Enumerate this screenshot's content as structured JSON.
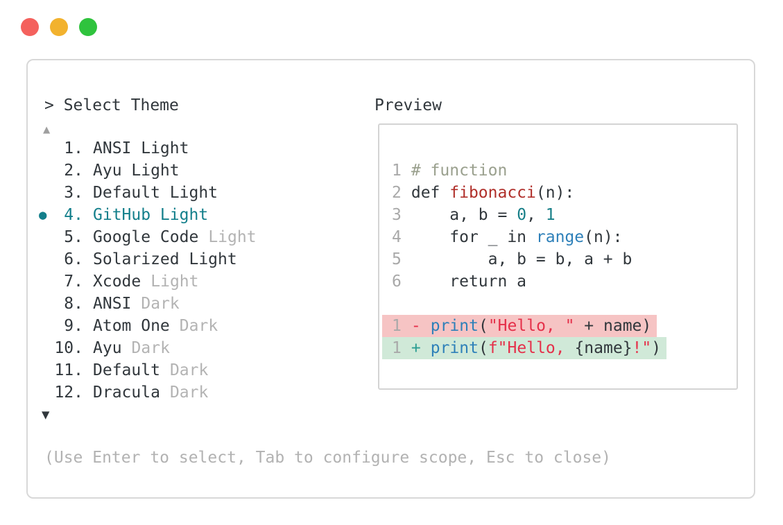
{
  "window": {
    "traffic_lights": {
      "close_color": "#f4615d",
      "minimize_color": "#f2b22e",
      "zoom_color": "#2fc33d"
    }
  },
  "picker": {
    "prompt": "> Select Theme",
    "scroll_up_icon": "▲",
    "scroll_down_icon": "▼",
    "selected_indicator": "●",
    "accent_color": "#137f8b",
    "muted_color": "#b3b3b3",
    "items": [
      {
        "number": "1.",
        "name": "ANSI Light",
        "suffix": "",
        "selected": false
      },
      {
        "number": "2.",
        "name": "Ayu Light",
        "suffix": "",
        "selected": false
      },
      {
        "number": "3.",
        "name": "Default Light",
        "suffix": "",
        "selected": false
      },
      {
        "number": "4.",
        "name": "GitHub Light",
        "suffix": "",
        "selected": true
      },
      {
        "number": "5.",
        "name": "Google Code",
        "suffix": "Light",
        "selected": false
      },
      {
        "number": "6.",
        "name": "Solarized Light",
        "suffix": "",
        "selected": false
      },
      {
        "number": "7.",
        "name": "Xcode",
        "suffix": "Light",
        "selected": false
      },
      {
        "number": "8.",
        "name": "ANSI",
        "suffix": "Dark",
        "selected": false
      },
      {
        "number": "9.",
        "name": "Atom One",
        "suffix": "Dark",
        "selected": false
      },
      {
        "number": "10.",
        "name": "Ayu",
        "suffix": "Dark",
        "selected": false
      },
      {
        "number": "11.",
        "name": "Default",
        "suffix": "Dark",
        "selected": false
      },
      {
        "number": "12.",
        "name": "Dracula",
        "suffix": "Dark",
        "selected": false
      }
    ],
    "hint": "(Use Enter to select, Tab to configure scope, Esc to close)"
  },
  "preview": {
    "title": "Preview",
    "syntax_colors": {
      "comment": "#9aa08e",
      "function_name": "#b02f2a",
      "builtin": "#2e80b9",
      "number": "#177f88",
      "string": "#e5304a",
      "plain": "#31373c",
      "line_number": "#a9a9a9",
      "diff_removed_bg": "#f6c4c4",
      "diff_added_bg": "#d0e9d8"
    },
    "code": {
      "line1": {
        "ln": "1",
        "comment": "# function"
      },
      "line2": {
        "ln": "2",
        "p1": "def ",
        "fn": "fibonacci",
        "p2": "(n):"
      },
      "line3": {
        "ln": "3",
        "p1": "    a, b = ",
        "n1": "0",
        "p2": ", ",
        "n2": "1"
      },
      "line4": {
        "ln": "4",
        "p1": "    for _ in ",
        "fn": "range",
        "p2": "(n):"
      },
      "line5": {
        "ln": "5",
        "p1": "        a, b = b, a + b"
      },
      "line6": {
        "ln": "6",
        "p1": "    return a"
      }
    },
    "diff": {
      "removed": {
        "ln": "1",
        "sign": "-",
        "fn": "print",
        "p1": "(",
        "str": "\"Hello, \"",
        "p2": " + name)"
      },
      "added": {
        "ln": "1",
        "sign": "+",
        "fn": "print",
        "p1": "(",
        "str1": "f\"Hello, ",
        "p2": "{name}",
        "str2": "!\"",
        "p3": ")"
      }
    }
  }
}
